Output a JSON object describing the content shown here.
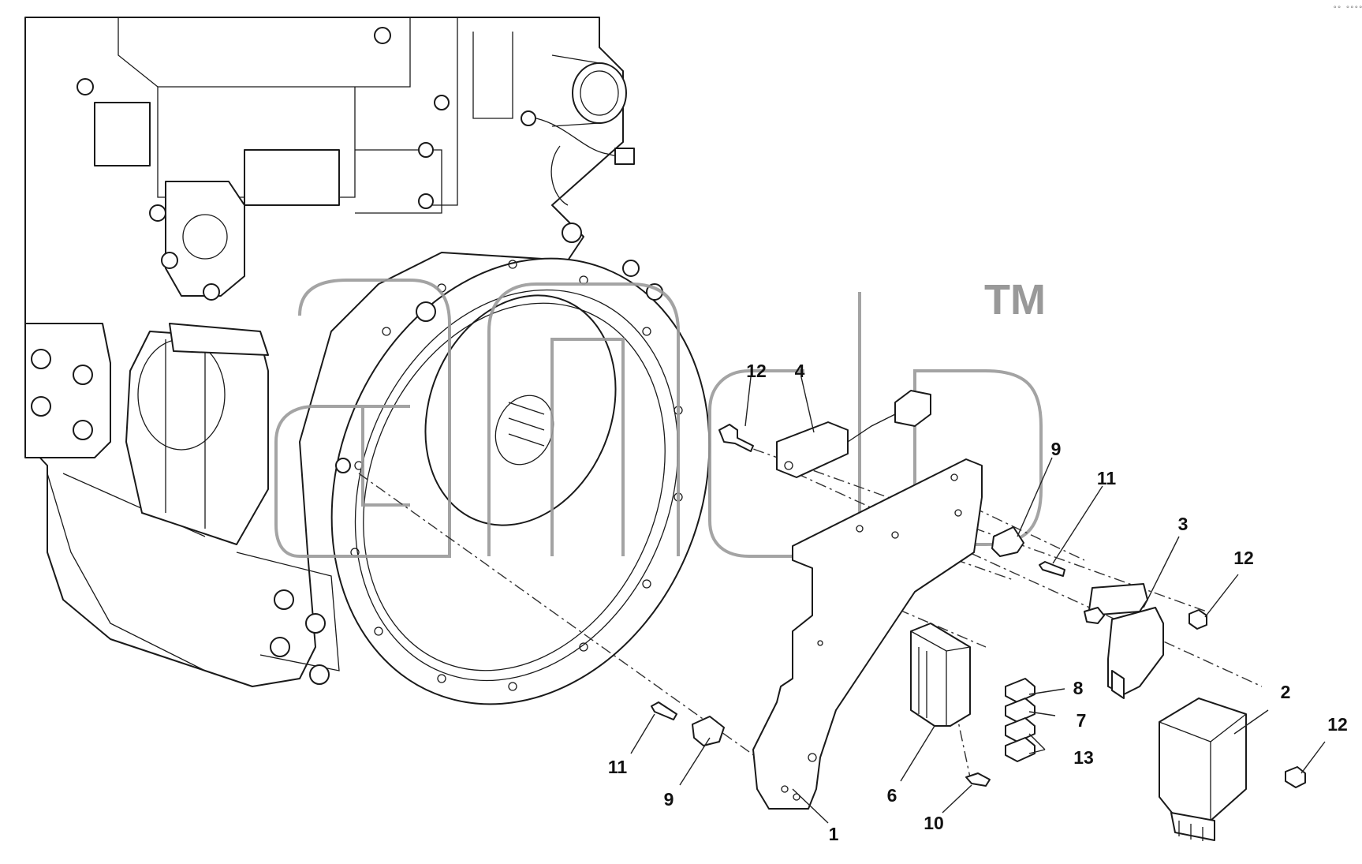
{
  "diagram": {
    "corner_mark": "°° °°°°",
    "watermark": {
      "text": "андр",
      "trademark": "TM",
      "color": "#9a9a9a"
    },
    "callouts": [
      {
        "id": "c1",
        "label": "1"
      },
      {
        "id": "c2",
        "label": "2"
      },
      {
        "id": "c3",
        "label": "3"
      },
      {
        "id": "c4",
        "label": "4"
      },
      {
        "id": "c6",
        "label": "6"
      },
      {
        "id": "c7",
        "label": "7"
      },
      {
        "id": "c8",
        "label": "8"
      },
      {
        "id": "c9a",
        "label": "9"
      },
      {
        "id": "c9b",
        "label": "9"
      },
      {
        "id": "c10",
        "label": "10"
      },
      {
        "id": "c11a",
        "label": "11"
      },
      {
        "id": "c11b",
        "label": "11"
      },
      {
        "id": "c12a",
        "label": "12"
      },
      {
        "id": "c12b",
        "label": "12"
      },
      {
        "id": "c12c",
        "label": "12"
      },
      {
        "id": "c13",
        "label": "13"
      }
    ]
  }
}
